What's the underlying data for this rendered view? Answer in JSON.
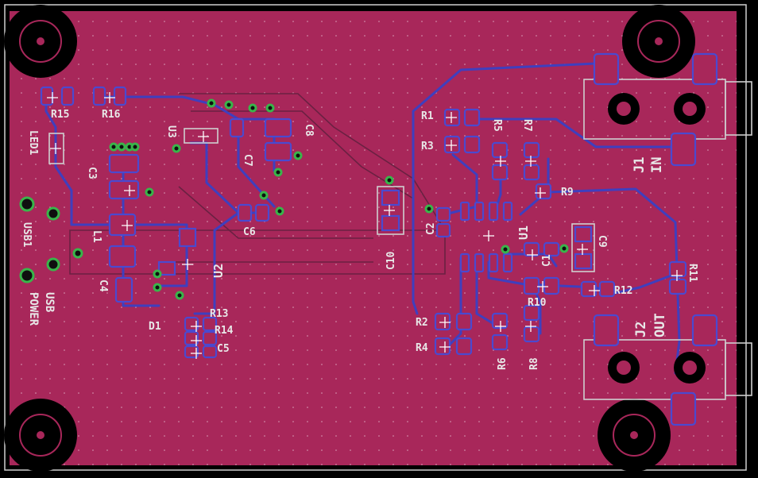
{
  "board": {
    "colors": {
      "background": "#000000",
      "copper_pour": "#a8275a",
      "traces": "#3f3fbe",
      "silkscreen": "#e8e8e8",
      "vias": "#39b54a"
    },
    "labels": {
      "r15": "R15",
      "r16": "R16",
      "led1": "LED1",
      "u3": "U3",
      "c7": "C7",
      "c8": "C8",
      "c3": "C3",
      "usb1": "USB1",
      "l1": "L1",
      "c6": "C6",
      "u2": "U2",
      "c4": "C4",
      "usb": "USB",
      "power": "POWER",
      "d1": "D1",
      "r13": "R13",
      "r14": "R14",
      "c5": "C5",
      "c10": "C10",
      "r1": "R1",
      "r3": "R3",
      "r5": "R5",
      "r7": "R7",
      "r9": "R9",
      "c2": "C2",
      "u1": "U1",
      "c1": "C1",
      "c9": "C9",
      "r10": "R10",
      "r12": "R12",
      "r11": "R11",
      "r2": "R2",
      "r4": "R4",
      "r6": "R6",
      "r8": "R8",
      "j1": "J1",
      "in": "IN",
      "j2": "J2",
      "out": "OUT"
    }
  }
}
